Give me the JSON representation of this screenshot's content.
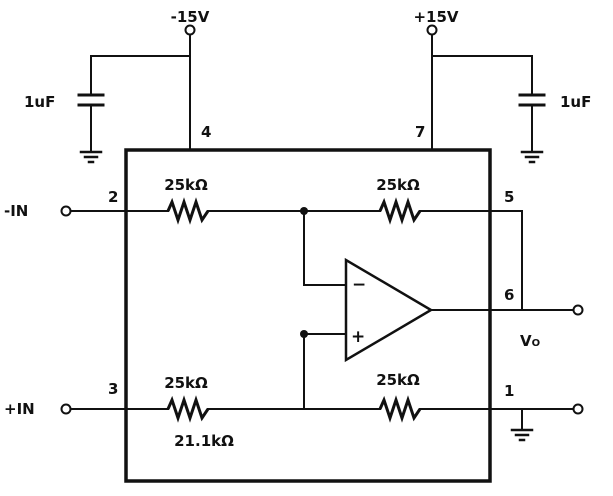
{
  "supply": {
    "negative": "-15V",
    "positive": "+15V"
  },
  "capacitors": {
    "left": "1uF",
    "right": "1uF"
  },
  "pins": {
    "p1": "1",
    "p2": "2",
    "p3": "3",
    "p4": "4",
    "p5": "5",
    "p6": "6",
    "p7": "7"
  },
  "inputs": {
    "inverting": "-IN",
    "noninverting": "+IN"
  },
  "resistors": {
    "r_top_left": "25kΩ",
    "r_top_right": "25kΩ",
    "r_bottom_left": "25kΩ",
    "r_bottom_right": "25kΩ",
    "r_bottom_note": "21.1kΩ"
  },
  "opamp": {
    "minus": "−",
    "plus": "+"
  },
  "output": {
    "label_main": "V",
    "label_sub": "O"
  }
}
